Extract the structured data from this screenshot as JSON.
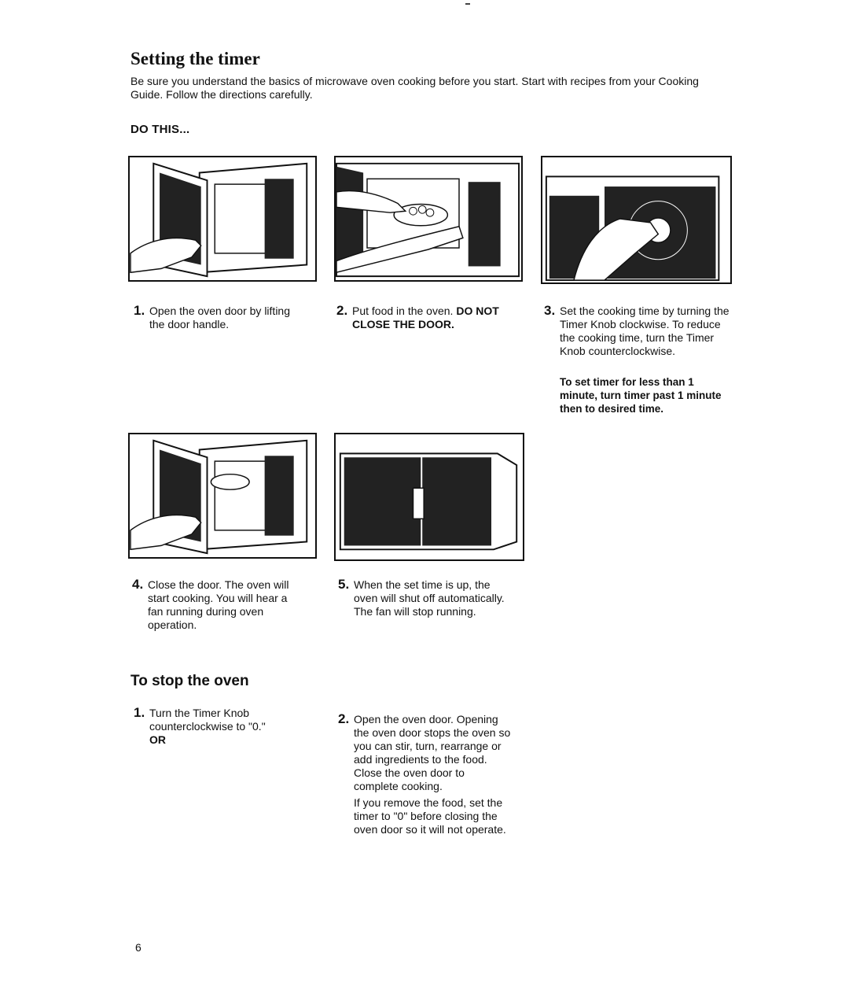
{
  "header": {
    "title": "Setting the timer",
    "intro": "Be sure you understand the basics of microwave oven cooking before you start. Start with recipes from your Cooking Guide. Follow the directions carefully."
  },
  "do_this": {
    "heading": "DO THIS...",
    "steps": [
      {
        "num": "1.",
        "text": "Open the oven door by lifting the door handle.",
        "bold": ""
      },
      {
        "num": "2.",
        "text": "Put food in the oven.",
        "bold": "DO NOT CLOSE THE DOOR."
      },
      {
        "num": "3.",
        "text": "Set the cooking time by turning the Timer Knob clockwise. To reduce the cooking time, turn the Timer Knob counterclockwise.",
        "bold": ""
      },
      {
        "num": "4.",
        "text": "Close the door. The oven will start cooking. You will hear a fan running during oven operation.",
        "bold": ""
      },
      {
        "num": "5.",
        "text": "When the set time is up, the oven will shut off automatically. The fan will stop running.",
        "bold": ""
      }
    ],
    "note": "To set timer for less than 1 minute, turn timer past 1 minute then to desired time."
  },
  "stop": {
    "heading": "To stop the oven",
    "steps": [
      {
        "num": "1.",
        "text": "Turn the Timer Knob counterclockwise to \"0.\"",
        "extra": "OR"
      },
      {
        "num": "2.",
        "text": "Open the oven door. Opening the oven door stops the oven so you can stir, turn, rearrange or add ingredients to the food. Close the oven door to complete cooking.",
        "extra": "If you remove the food, set the timer to \"0\" before closing the oven door so it will not operate."
      }
    ]
  },
  "footer": {
    "page_number": "6"
  }
}
